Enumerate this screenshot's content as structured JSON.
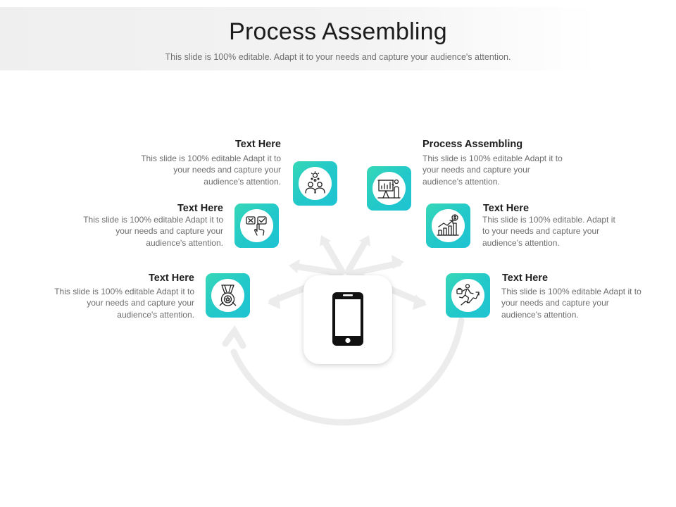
{
  "slide": {
    "title": "Process Assembling",
    "subtitle": "This slide is 100% editable. Adapt it to your needs and capture your audience's attention."
  },
  "center": {
    "icon": "smartphone-icon"
  },
  "items": [
    {
      "heading": "Text Here",
      "body": "This slide is 100% editable Adapt it to your needs and capture your audience's attention.",
      "icon": "medal-icon"
    },
    {
      "heading": "Text Here",
      "body": "This slide is 100% editable Adapt it to your needs and capture your audience's attention.",
      "icon": "touch-choice-icon"
    },
    {
      "heading": "Text Here",
      "body": "This slide is 100% editable Adapt it to your needs and capture your audience's attention.",
      "icon": "team-idea-icon"
    },
    {
      "heading": "Process Assembling",
      "body": "This slide is 100% editable Adapt it to your needs and capture your audience's attention.",
      "icon": "presentation-board-icon"
    },
    {
      "heading": "Text Here",
      "body": "This slide is 100% editable. Adapt it to your needs and capture your audience's attention.",
      "icon": "growth-chart-icon"
    },
    {
      "heading": "Text Here",
      "body": "This slide is 100% editable Adapt it to your needs and capture your audience's attention.",
      "icon": "businessman-running-icon"
    }
  ],
  "colors": {
    "accent_start": "#36d7b7",
    "accent_end": "#1ec3d4",
    "decor": "#ececec"
  }
}
